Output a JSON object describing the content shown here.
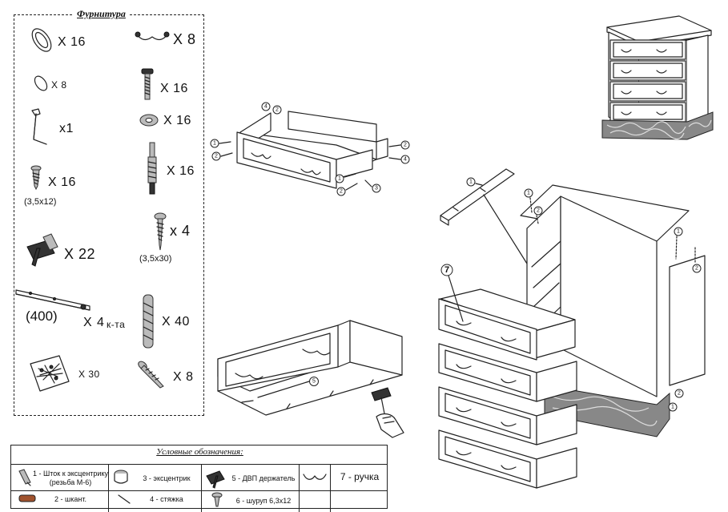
{
  "hardware": {
    "title": "Фурнитура",
    "items": [
      {
        "name": "cam-cap",
        "qty": "X 16"
      },
      {
        "name": "handle",
        "qty": "X 8"
      },
      {
        "name": "small-cap",
        "qty": "X 8"
      },
      {
        "name": "bolt",
        "qty": "X 16"
      },
      {
        "name": "hex-key",
        "qty": "x1"
      },
      {
        "name": "washer",
        "qty": "X 16"
      },
      {
        "name": "screw",
        "qty": "X 16",
        "size": "(3,5x12)"
      },
      {
        "name": "cam-stem",
        "qty": "X 16"
      },
      {
        "name": "long-screw",
        "qty": "x 4",
        "size": "(3,5x30)"
      },
      {
        "name": "panel-holder",
        "qty": "X 22"
      },
      {
        "name": "drawer-runner",
        "qty": "X",
        "qty2": "4",
        "unit": "к-та",
        "size": "(400)"
      },
      {
        "name": "dowel",
        "qty": "X 40"
      },
      {
        "name": "nails-bag",
        "qty": "X 30"
      },
      {
        "name": "screw-small",
        "qty": "X 8"
      }
    ]
  },
  "legend": {
    "title": "Условные обозначения:",
    "cells": [
      {
        "label": "1 - Шток к эксцентрику (резьба М-6)"
      },
      {
        "label": "3 - эксцентрик"
      },
      {
        "label": "5 - ДВП держатель"
      },
      {
        "label": "7 - ручка"
      },
      {
        "label": "2 - шкант."
      },
      {
        "label": "4 - стяжка"
      },
      {
        "label": "6 - шуруп 6,3х12"
      }
    ]
  },
  "callouts": [
    "1",
    "2",
    "3",
    "4",
    "5",
    "7"
  ]
}
